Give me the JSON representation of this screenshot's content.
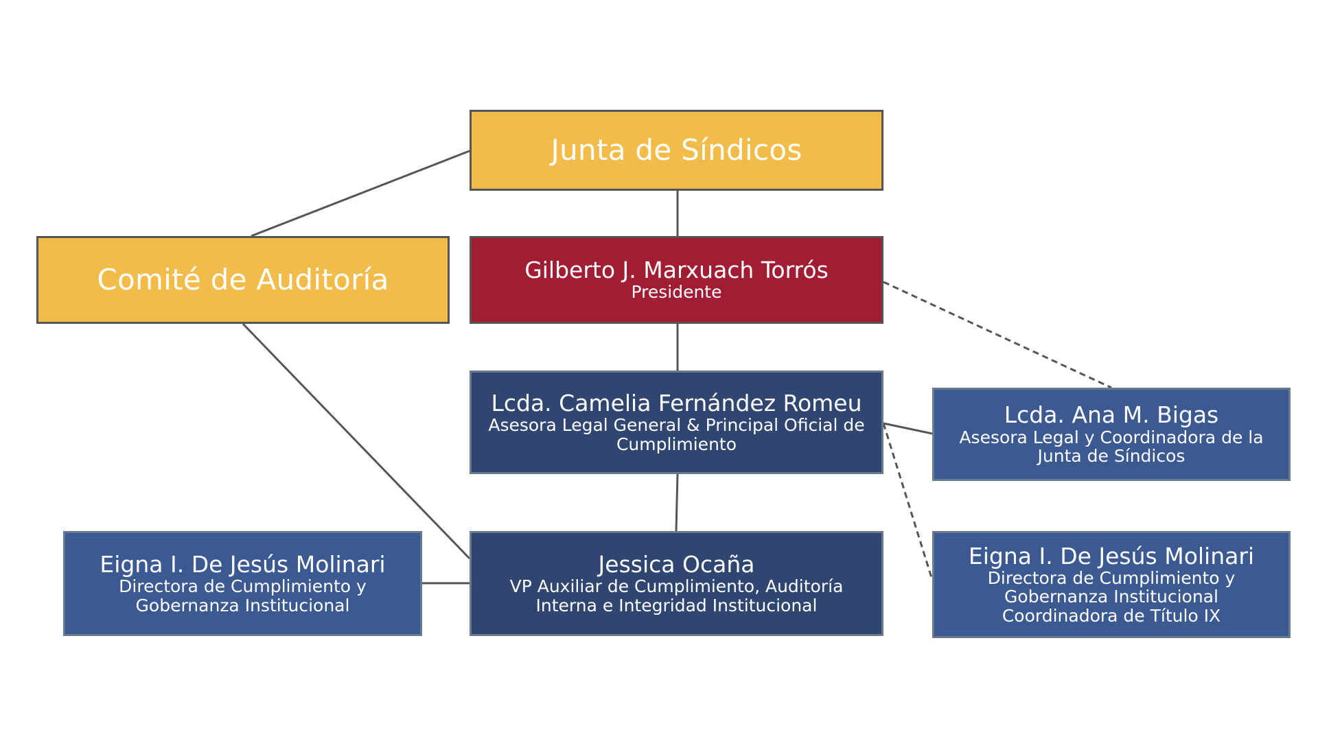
{
  "colors": {
    "gold": "#F2BC4B",
    "red": "#A11D34",
    "navy": "#2F4670",
    "blue": "#3B5A91",
    "line": "#555555"
  },
  "org": {
    "junta": {
      "title": "Junta de Síndicos"
    },
    "comite": {
      "title": "Comité de Auditoría"
    },
    "presidente": {
      "name": "Gilberto J. Marxuach Torrós",
      "role_lines": [
        "Presidente"
      ]
    },
    "asesora_general": {
      "name": "Lcda. Camelia Fernández Romeu",
      "role_lines": [
        "Asesora Legal General & Principal Oficial de",
        "Cumplimiento"
      ]
    },
    "asesora_junta": {
      "name": "Lcda. Ana M. Bigas",
      "role_lines": [
        "Asesora Legal y Coordinadora de la",
        "Junta de Síndicos"
      ]
    },
    "vp_auxiliar": {
      "name": "Jessica Ocaña",
      "role_lines": [
        "VP Auxiliar de Cumplimiento, Auditoría",
        "Interna e Integridad Institucional"
      ]
    },
    "directora_left": {
      "name": "Eigna I. De Jesús Molinari",
      "role_lines": [
        "Directora de Cumplimiento y",
        "Gobernanza Institucional"
      ]
    },
    "directora_right": {
      "name": "Eigna I. De Jesús Molinari",
      "role_lines": [
        "Directora de Cumplimiento y",
        "Gobernanza Institucional",
        "Coordinadora de Título IX"
      ]
    }
  }
}
